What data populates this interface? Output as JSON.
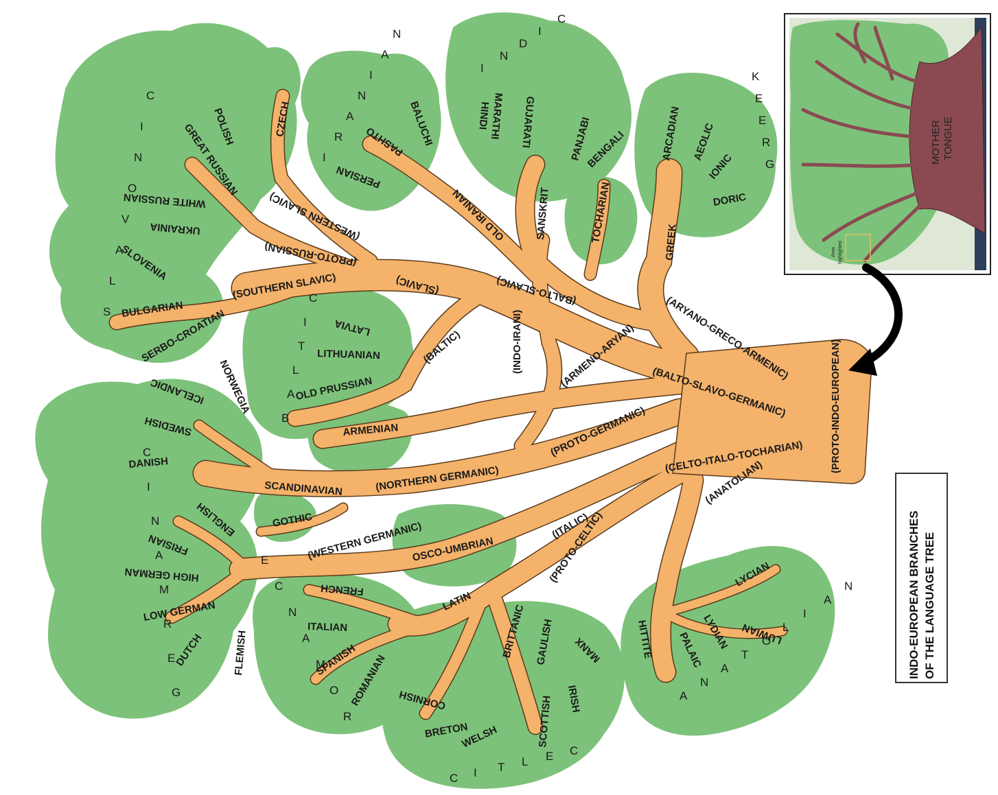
{
  "title": {
    "line1": "INDO-EUROPEAN BRANCHES",
    "line2": "OF THE LANGUAGE TREE"
  },
  "inset": {
    "trunk_line1": "MOTHER",
    "trunk_line2": "TONGUE",
    "note_line1": "Area",
    "note_line2": "highlighted"
  },
  "colors": {
    "foliage": "#7dc27a",
    "branch": "#f4b26b",
    "trunk": "#8b4a52",
    "arrow": "#000000"
  },
  "groups": {
    "slavonic": "SLAVONIC",
    "baltic": "BALTIC",
    "germanic": "GERMANIC",
    "romance": "ROMANCE",
    "celtic": "CELTIC",
    "iranian": "IRANIAN",
    "indic": "INDIC",
    "greek": "GREEK",
    "anatolian": "ANATOLIAN"
  },
  "nodes": {
    "proto_indo_european": "(PROTO-INDO-EUROPEAN)",
    "aryano_greco_armenic": "(ARYANO-GRECO-ARMENIC)",
    "balto_slavo_germanic": "(BALTO-SLAVO-GERMANIC)",
    "celto_italo_tocharian": "(CELTO-ITALO-TOCHARIAN)",
    "anatolian_node": "(ANATOLIAN)",
    "armeno_aryan": "(ARMENO-ARYAN)",
    "indo_irani": "(INDO-IRANI)",
    "balto_slavic": "(BALTO-SLAVIC)",
    "slavic": "(SLAVIC)",
    "baltic_node": "(BALTIC)",
    "southern_slavic": "(SOUTHERN SLAVIC)",
    "proto_russian": "(PROTO-RUSSIAN)",
    "western_slavic": "(WESTERN SLAVIC)",
    "old_iranian": "OLD IRANIAN",
    "sanskrit": "SANSKRIT",
    "tocharian": "TOCHARIAN",
    "greek_node": "GREEK",
    "proto_germanic": "(PROTO-GERMANIC)",
    "northern_germanic": "(NORTHERN GERMANIC)",
    "scandinavian": "SCANDINAVIAN",
    "western_germanic": "(WESTERN GERMANIC)",
    "italic": "(ITALIC)",
    "proto_celtic": "(PROTO-CELTIC)",
    "latin": "LATIN",
    "brittanic": "BRITTANIC",
    "gaulish": "GAULISH"
  },
  "languages": {
    "czech": "CZECH",
    "polish": "POLISH",
    "great_russian": "GREAT RUSSIAN",
    "white_russian": "WHITE RUSSIAN",
    "ukrainia": "UKRAINIA",
    "slovenia": "SLOVENIA",
    "bulgarian": "BULGARIAN",
    "serbo_croatian": "SERBO-CROATIAN",
    "latvia": "LATVIA",
    "lithuanian": "LITHUANIAN",
    "old_prussian": "OLD PRUSSIAN",
    "armenian": "ARMENIAN",
    "persian": "PERSIAN",
    "pashto": "PASHTO",
    "baluchi": "BALUCHI",
    "hindi": "HINDI",
    "marathi": "MARATHI",
    "gujarati": "GUJARATI",
    "panjabi": "PANJABI",
    "bengali": "BENGALI",
    "arcadian": "ARCADIAN",
    "aeolic": "AEOLIC",
    "ionic": "IONIC",
    "doric": "DORIC",
    "norwegia": "NORWEGIA",
    "icelandic": "ICELANDIC",
    "swedish": "SWEDISH",
    "danish": "DANISH",
    "gothic": "GOTHIC",
    "english": "ENGLISH",
    "frisian": "FRISIAN",
    "high_german": "HIGH GERMAN",
    "low_german": "LOW GERMAN",
    "dutch": "DUTCH",
    "flemish": "FLEMISH",
    "osco_umbrian": "OSCO-UMBRIAN",
    "french": "FRENCH",
    "italian": "ITALIAN",
    "spanish": "SPANISH",
    "romanian": "ROMANIAN",
    "cornish": "CORNISH",
    "breton": "BRETON",
    "welsh": "WELSH",
    "scottish": "SCOTTISH",
    "irish": "IRISH",
    "manx": "MANX",
    "hittite": "HITTITE",
    "palaic": "PALAIC",
    "lydian": "LYDIAN",
    "luwian": "LUWIAN",
    "lycian": "LYCIAN"
  }
}
